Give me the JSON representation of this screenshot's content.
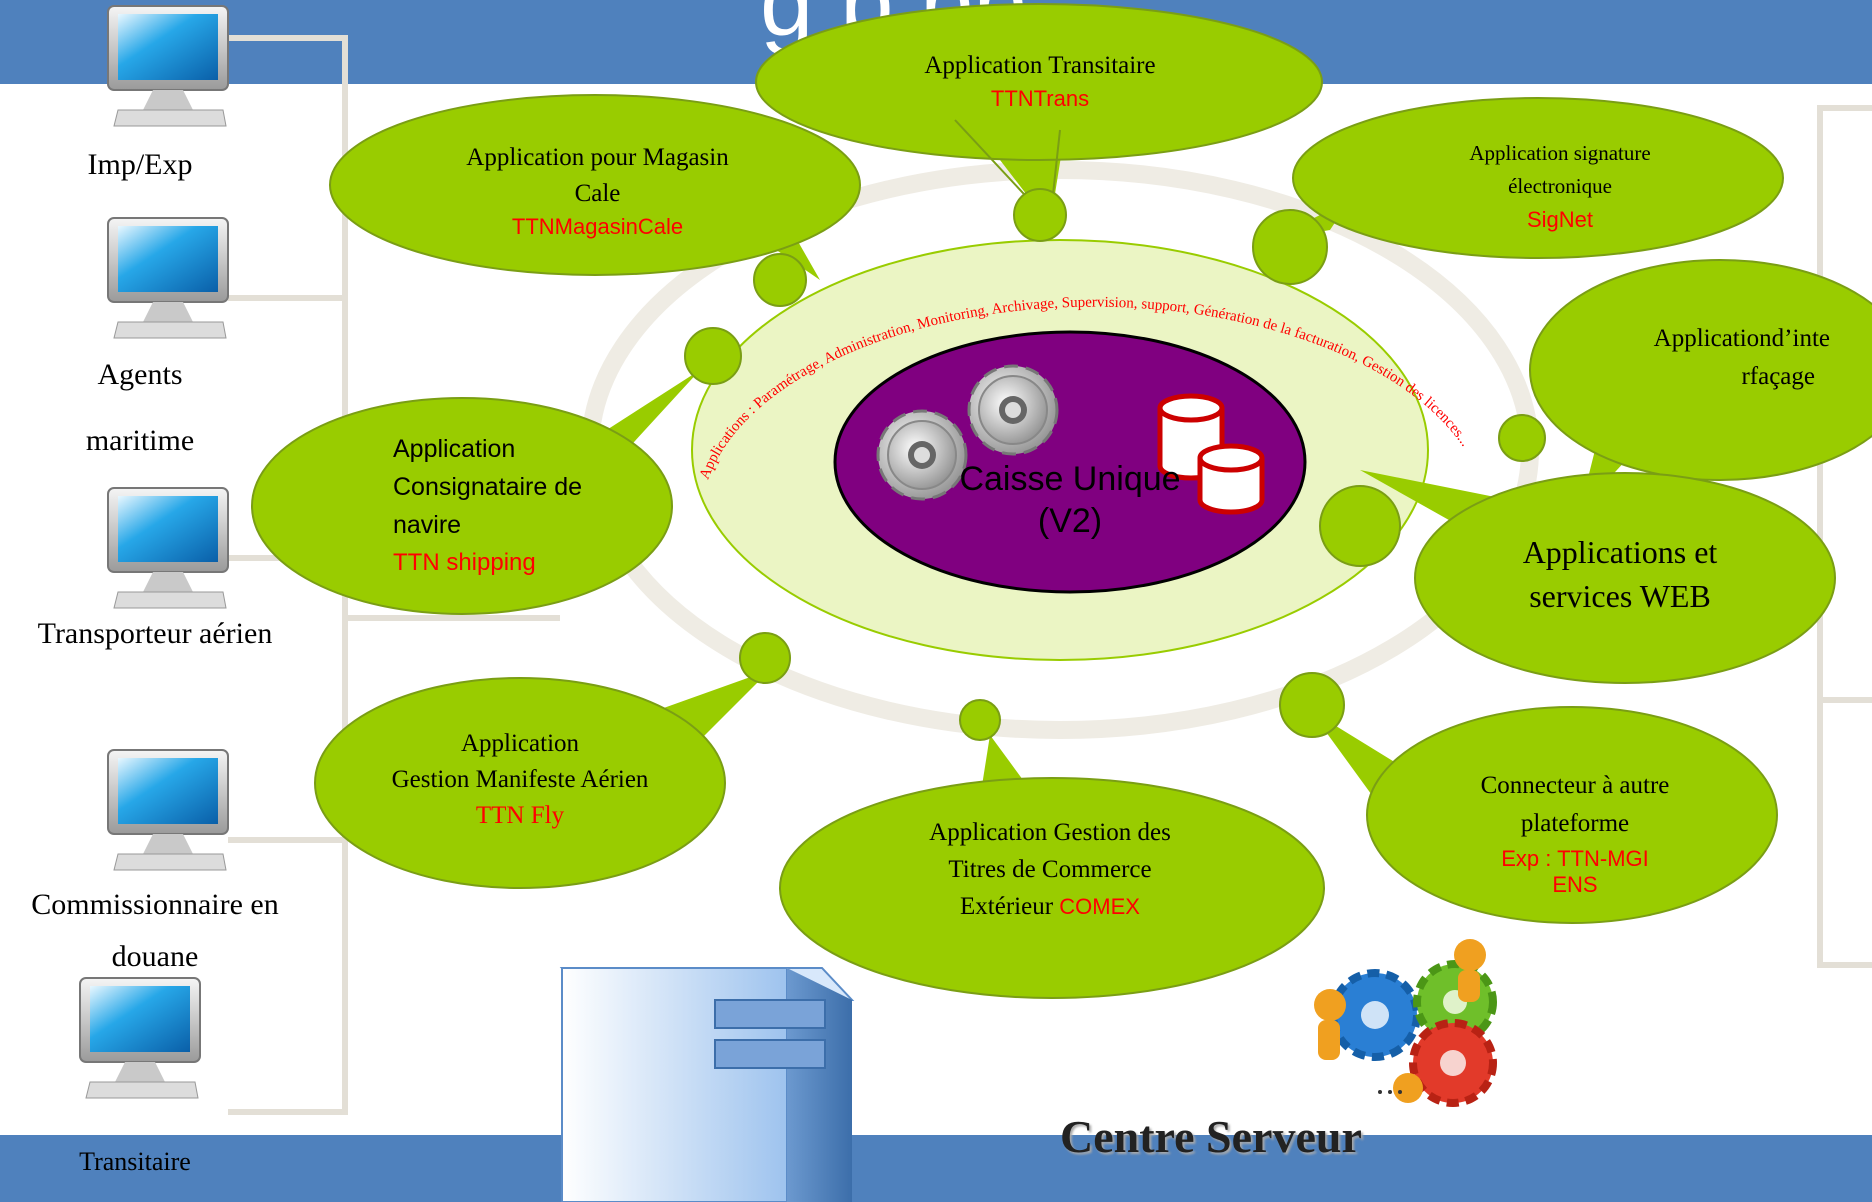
{
  "header": {
    "title": "g    p      pp"
  },
  "actors": [
    {
      "name": "imp-exp",
      "label": "Imp/Exp"
    },
    {
      "name": "agents-maritime",
      "label_line1": "Agents",
      "label_line2": "maritime"
    },
    {
      "name": "transporteur-aerien",
      "label": "Transporteur aérien"
    },
    {
      "name": "commissionnaire",
      "label_line1": "Commissionnaire en",
      "label_line2": "douane"
    },
    {
      "name": "transitaire",
      "label": "Transitaire"
    }
  ],
  "core": {
    "title_line1": "Caisse Unique",
    "title_line2": "(V2)",
    "ring_text": "Applications : Paramétrage, Administration, Monitoring, Archivage, Supervision, support, Génération de la facturation, Gestion des licences..."
  },
  "bubbles": {
    "transitaire": {
      "line1": "Application Transitaire",
      "code": "TTNTrans"
    },
    "magasin": {
      "line1": "Application pour Magasin",
      "line2": "Cale",
      "code": "TTNMagasinCale"
    },
    "signature": {
      "line1": "Application signature",
      "line2": "électronique",
      "code": "SigNet"
    },
    "interfacage": {
      "line1": "Applicationd’inte",
      "line2": "rfaçage"
    },
    "consignataire": {
      "line1": "Application",
      "line2": "Consignataire  de",
      "line3": "navire",
      "code": "TTN shipping"
    },
    "web": {
      "line1": "Applications et",
      "line2": "services WEB"
    },
    "manifeste": {
      "line1": "Application",
      "line2": "Gestion Manifeste Aérien",
      "code": "TTN Fly"
    },
    "comex": {
      "line1": "Application Gestion des",
      "line2": "Titres de Commerce",
      "line3": "Extérieur",
      "code": "COMEX"
    },
    "connecteur": {
      "line1": "Connecteur à autre",
      "line2": "plateforme",
      "code_line1": "Exp : TTN-MGI",
      "code_line2": "ENS"
    }
  },
  "footer": {
    "centre_serveur": "Centre Serveur",
    "transitaire_label": "Transitaire"
  },
  "colors": {
    "bar": "#4f81bd",
    "bubble": "#99cc00",
    "core": "#800080",
    "ring": "#ebf5c4",
    "red": "#ff0000"
  }
}
